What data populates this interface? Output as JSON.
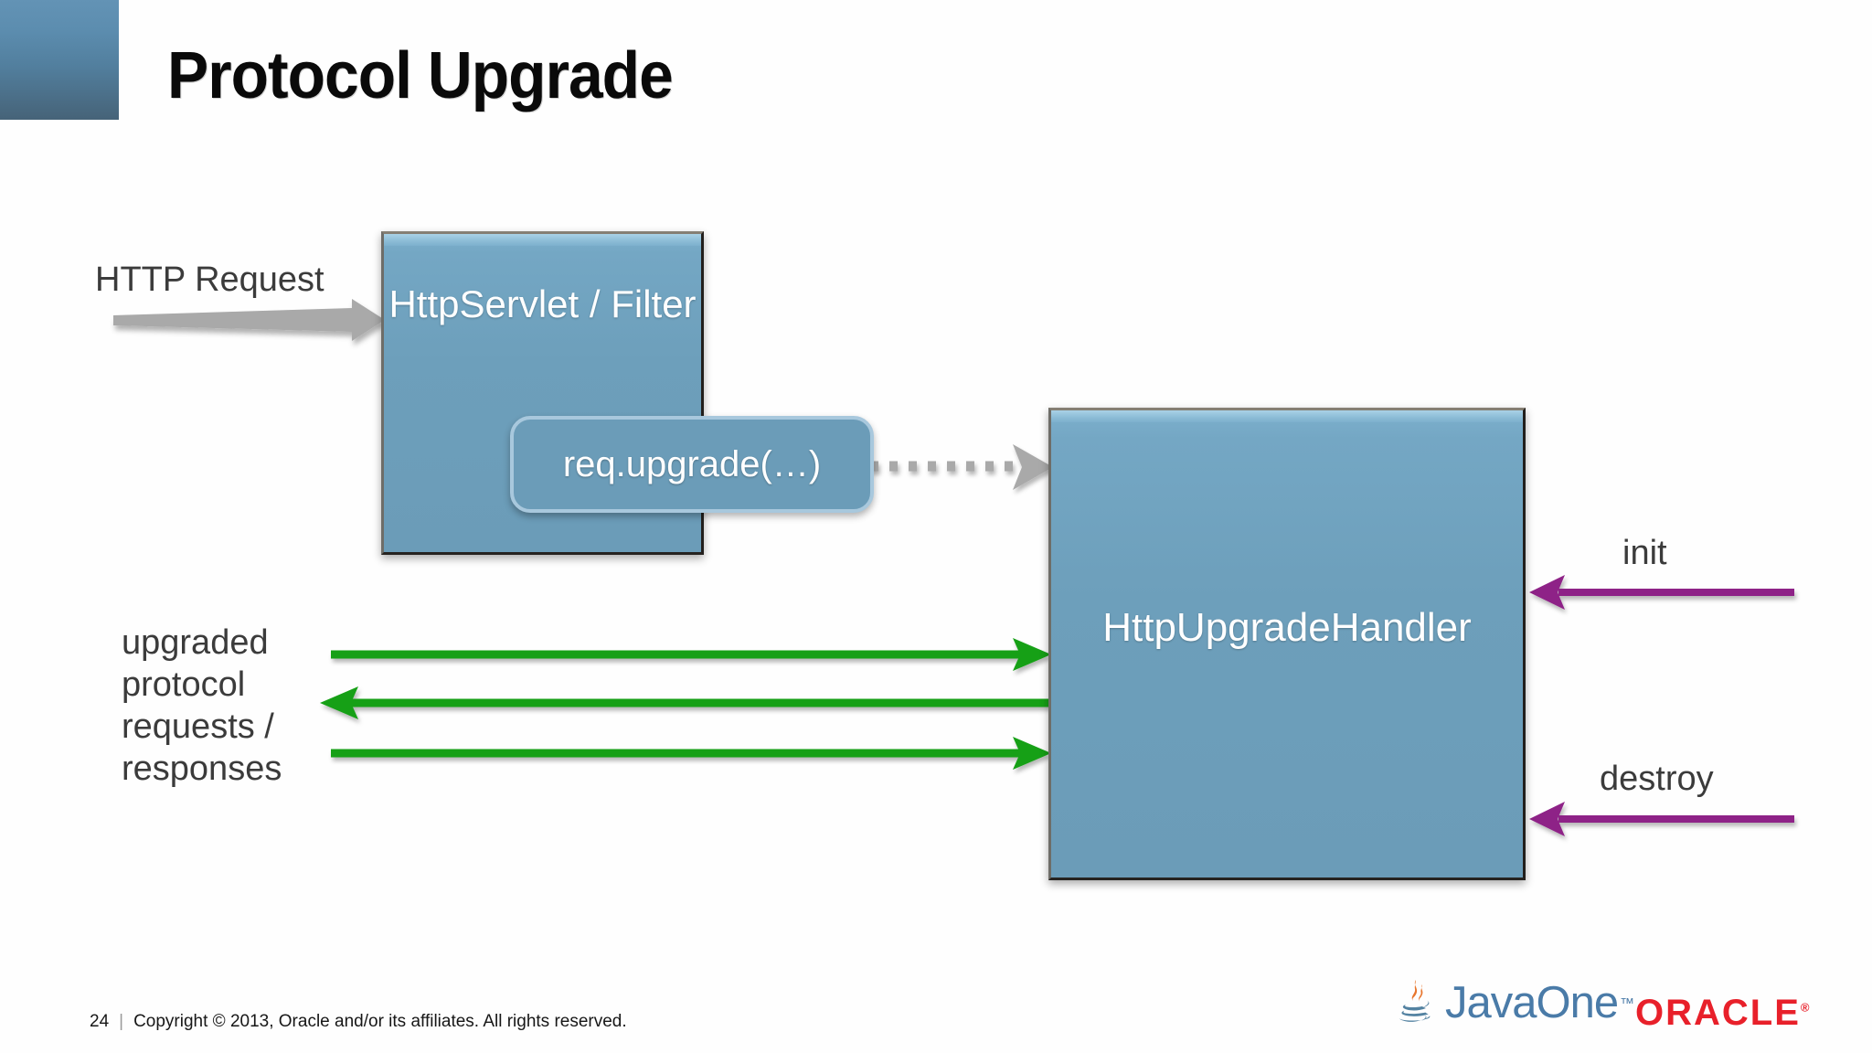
{
  "slide": {
    "title": "Protocol Upgrade",
    "background_color": "#fefefe",
    "corner_block_top_color": "#6393b5",
    "corner_block_bottom_color": "#466378"
  },
  "diagram": {
    "boxes": [
      {
        "id": "httpservlet",
        "label": "HttpServlet /\nFilter",
        "fill_color": "#6b9cb8",
        "text_color": "#ffffff"
      },
      {
        "id": "upgradehandler",
        "label": "HttpUpgradeHandler",
        "fill_color": "#6b9cb8",
        "text_color": "#ffffff"
      }
    ],
    "pill": {
      "id": "req-upgrade",
      "label": "req.upgrade(…)",
      "fill_color": "#6b9cb8",
      "border_color": "#a8c8dd",
      "text_color": "#ffffff"
    },
    "labels": {
      "http_request": "HTTP Request",
      "upgraded_protocol": "upgraded\nprotocol\nrequests /\nresponses",
      "init": "init",
      "destroy": "destroy"
    },
    "arrows": [
      {
        "id": "http-request-arrow",
        "color": "#a6a6a6",
        "direction": "right",
        "style": "solid",
        "from": "HTTP Request",
        "to": "HttpServlet / Filter"
      },
      {
        "id": "req-upgrade-arrow",
        "color": "#a6a6a6",
        "direction": "right",
        "style": "dotted",
        "from": "req.upgrade(…)",
        "to": "HttpUpgradeHandler"
      },
      {
        "id": "upgraded-protocol-arrow-1",
        "color": "#17a017",
        "direction": "right",
        "style": "solid",
        "from": "upgraded protocol requests / responses",
        "to": "HttpUpgradeHandler"
      },
      {
        "id": "upgraded-protocol-arrow-2",
        "color": "#17a017",
        "direction": "left",
        "style": "solid",
        "from": "HttpUpgradeHandler",
        "to": "upgraded protocol requests / responses"
      },
      {
        "id": "upgraded-protocol-arrow-3",
        "color": "#17a017",
        "direction": "right",
        "style": "solid",
        "from": "upgraded protocol requests / responses",
        "to": "HttpUpgradeHandler"
      },
      {
        "id": "init-arrow",
        "color": "#8e2187",
        "direction": "left",
        "style": "solid",
        "from": "init",
        "to": "HttpUpgradeHandler"
      },
      {
        "id": "destroy-arrow",
        "color": "#8e2187",
        "direction": "left",
        "style": "solid",
        "from": "destroy",
        "to": "HttpUpgradeHandler"
      }
    ]
  },
  "footer": {
    "page_number": "24",
    "separator": "|",
    "copyright": "Copyright © 2013, Oracle and/or its affiliates. All rights reserved.",
    "javaone_logo_text": "JavaOne",
    "javaone_trademark": "™",
    "oracle_logo_text": "ORACLE",
    "oracle_registered": "®",
    "oracle_color": "#e8202a",
    "javaone_color": "#4a7ba8"
  }
}
